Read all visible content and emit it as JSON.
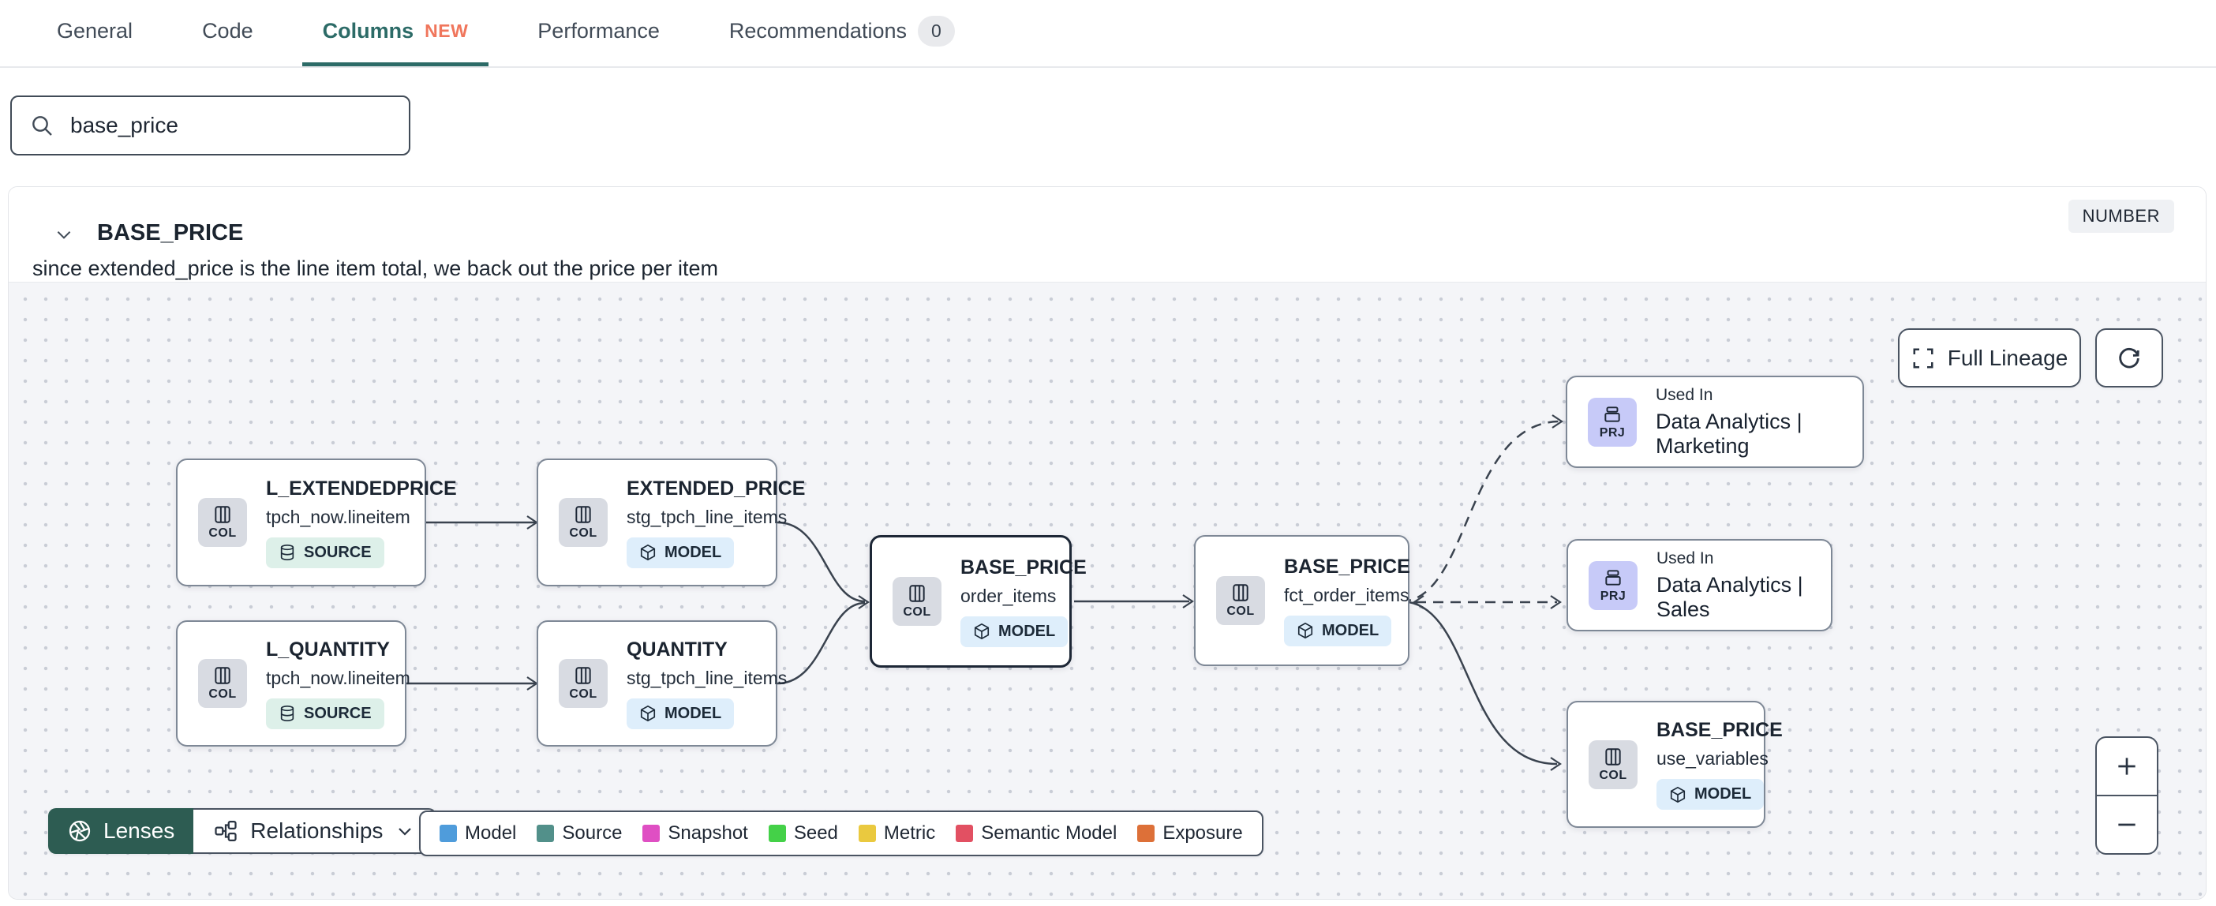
{
  "tabs": [
    {
      "label": "General"
    },
    {
      "label": "Code"
    },
    {
      "label": "Columns",
      "badge": "NEW"
    },
    {
      "label": "Performance"
    },
    {
      "label": "Recommendations",
      "count": "0"
    }
  ],
  "search": {
    "value": "base_price"
  },
  "column": {
    "name": "BASE_PRICE",
    "type": "NUMBER",
    "description": "since extended_price is the line item total, we back out the price per item"
  },
  "lineage": {
    "full_lineage_label": "Full Lineage",
    "lenses_label": "Lenses",
    "relationships_label": "Relationships",
    "tile_col": "COL",
    "tile_prj": "PRJ",
    "used_in_label": "Used In",
    "nodes": [
      {
        "title": "L_EXTENDEDPRICE",
        "subtitle": "tpch_now.lineitem",
        "kind": "SOURCE"
      },
      {
        "title": "EXTENDED_PRICE",
        "subtitle": "stg_tpch_line_items",
        "kind": "MODEL"
      },
      {
        "title": "L_QUANTITY",
        "subtitle": "tpch_now.lineitem",
        "kind": "SOURCE"
      },
      {
        "title": "QUANTITY",
        "subtitle": "stg_tpch_line_items",
        "kind": "MODEL"
      },
      {
        "title": "BASE_PRICE",
        "subtitle": "order_items",
        "kind": "MODEL"
      },
      {
        "title": "BASE_PRICE",
        "subtitle": "fct_order_items",
        "kind": "MODEL"
      },
      {
        "title": "Data Analytics | Marketing"
      },
      {
        "title": "Data Analytics | Sales"
      },
      {
        "title": "BASE_PRICE",
        "subtitle": "use_variables",
        "kind": "MODEL"
      }
    ],
    "legend": [
      {
        "label": "Model",
        "color": "#4f9cdb"
      },
      {
        "label": "Source",
        "color": "#52908a"
      },
      {
        "label": "Snapshot",
        "color": "#df4fc3"
      },
      {
        "label": "Seed",
        "color": "#44d148"
      },
      {
        "label": "Metric",
        "color": "#eac93f"
      },
      {
        "label": "Semantic Model",
        "color": "#e25062"
      },
      {
        "label": "Exposure",
        "color": "#dd7038"
      }
    ]
  }
}
